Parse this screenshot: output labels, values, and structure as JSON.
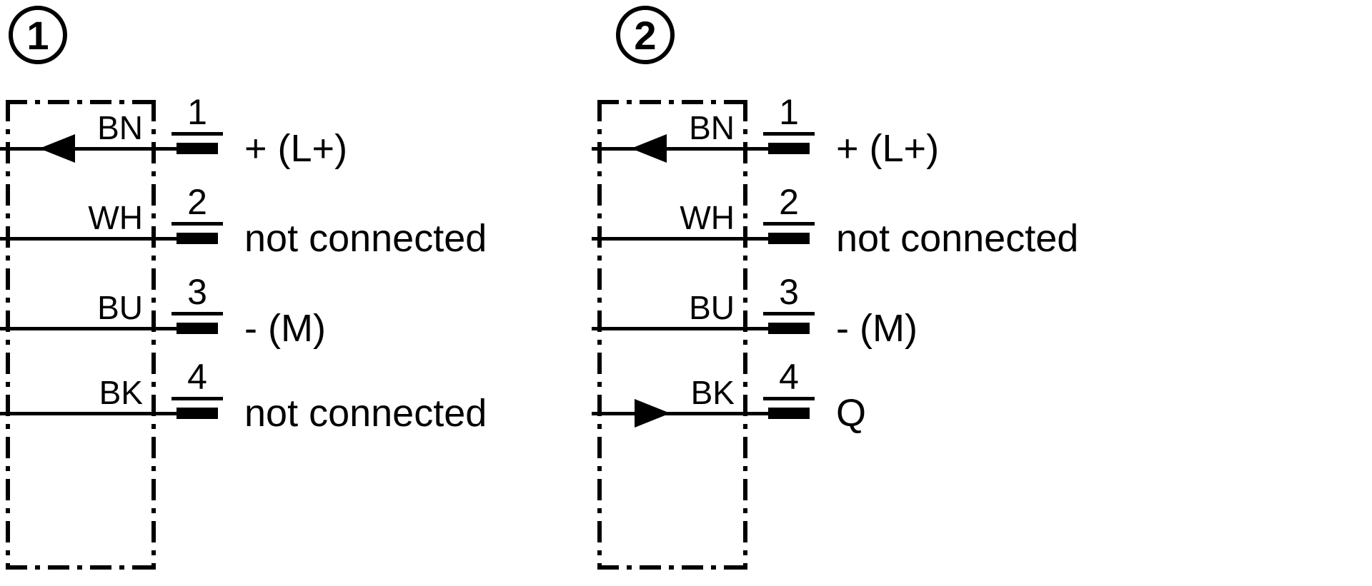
{
  "colors": {
    "line": "#000000",
    "background": "#ffffff"
  },
  "diagrams": [
    {
      "badge": "1",
      "rows": [
        {
          "wire": "BN",
          "pin": "1",
          "function": "+ (L+)"
        },
        {
          "wire": "WH",
          "pin": "2",
          "function": "not connected"
        },
        {
          "wire": "BU",
          "pin": "3",
          "function": "- (M)"
        },
        {
          "wire": "BK",
          "pin": "4",
          "function": "not connected"
        }
      ]
    },
    {
      "badge": "2",
      "rows": [
        {
          "wire": "BN",
          "pin": "1",
          "function": "+ (L+)"
        },
        {
          "wire": "WH",
          "pin": "2",
          "function": "not connected"
        },
        {
          "wire": "BU",
          "pin": "3",
          "function": "- (M)"
        },
        {
          "wire": "BK",
          "pin": "4",
          "function": "Q"
        }
      ]
    }
  ]
}
